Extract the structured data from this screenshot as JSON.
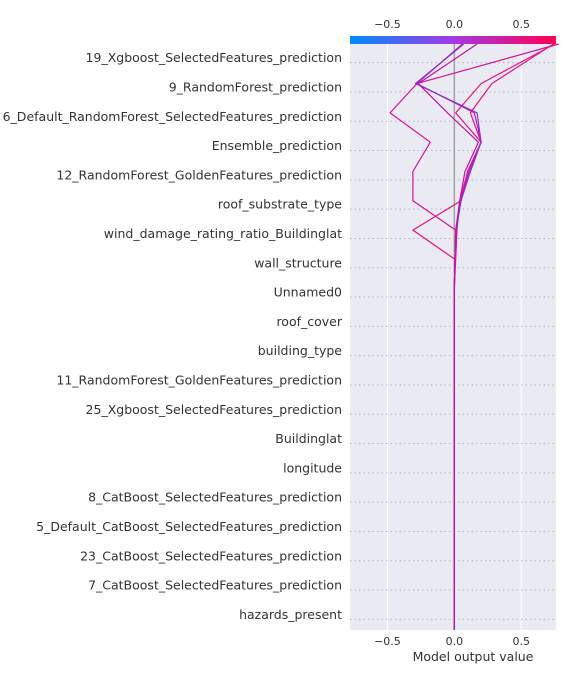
{
  "chart_data": {
    "type": "line",
    "subtype": "shap-decision-plot",
    "xlabel": "Model output value",
    "xticks": [
      -0.5,
      0.0,
      0.5
    ],
    "xtick_labels": [
      "−0.5",
      "0.0",
      "0.5"
    ],
    "xlim": [
      -0.78,
      0.76
    ],
    "base_value": 0.0,
    "grid": true,
    "colorbar": {
      "position": "top",
      "colors": [
        "#008bfb",
        "#a23ae5",
        "#ff0052"
      ]
    },
    "background_color": "#eaeaf2",
    "base_line_color": "#a0a0a0",
    "features": [
      "19_Xgboost_SelectedFeatures_prediction",
      "9_RandomForest_prediction",
      "6_Default_RandomForest_SelectedFeatures_prediction",
      "Ensemble_prediction",
      "12_RandomForest_GoldenFeatures_prediction",
      "roof_substrate_type",
      "wind_damage_rating_ratio_Buildinglat",
      "wall_structure",
      "Unnamed0",
      "roof_cover",
      "building_type",
      "11_RandomForest_GoldenFeatures_prediction",
      "25_Xgboost_SelectedFeatures_prediction",
      "Buildinglat",
      "longitude",
      "8_CatBoost_SelectedFeatures_prediction",
      "5_Default_CatBoost_SelectedFeatures_prediction",
      "23_CatBoost_SelectedFeatures_prediction",
      "7_CatBoost_SelectedFeatures_prediction",
      "hazards_present"
    ],
    "series_note": "Each path lists model output values from the bottom feature (hazards_present) to the top feature (19_Xgboost_SelectedFeatures_prediction), ending at the final prediction.",
    "series": [
      {
        "color": "#d6119a",
        "values": [
          0.0,
          0.0,
          0.0,
          0.0,
          0.0,
          0.0,
          0.0,
          0.0,
          0.0,
          0.0,
          0.0,
          0.0,
          0.005,
          0.01,
          -0.31,
          -0.31,
          -0.18,
          -0.48,
          -0.28,
          0.78
        ]
      },
      {
        "color": "#e9107a",
        "values": [
          0.0,
          0.0,
          0.0,
          0.0,
          0.0,
          0.0,
          0.0,
          0.0,
          0.0,
          0.0,
          0.0,
          0.0,
          0.005,
          -0.31,
          0.05,
          0.1,
          0.2,
          0.01,
          0.2,
          0.75
        ]
      },
      {
        "color": "#e3138a",
        "values": [
          0.0,
          0.0,
          0.0,
          0.0,
          0.0,
          0.0,
          0.0,
          0.0,
          0.0,
          0.0,
          0.0,
          0.0,
          0.01,
          0.02,
          0.04,
          0.1,
          0.2,
          0.12,
          0.28,
          0.74
        ]
      },
      {
        "color": "#b41cc0",
        "values": [
          0.0,
          0.0,
          0.0,
          0.0,
          0.0,
          0.0,
          0.0,
          0.0,
          0.0,
          0.0,
          0.0,
          0.0,
          0.005,
          0.01,
          0.05,
          0.11,
          0.2,
          0.15,
          -0.28,
          0.06
        ]
      },
      {
        "color": "#8f2fd0",
        "values": [
          0.0,
          0.0,
          0.0,
          0.0,
          0.0,
          0.0,
          0.0,
          0.0,
          0.0,
          0.0,
          0.0,
          0.0,
          0.005,
          0.015,
          0.05,
          0.12,
          0.2,
          0.17,
          -0.29,
          0.07
        ]
      },
      {
        "color": "#c4139f",
        "values": [
          0.0,
          0.0,
          0.0,
          0.0,
          0.0,
          0.0,
          0.0,
          0.0,
          0.0,
          0.0,
          0.0,
          0.0,
          0.005,
          0.01,
          0.04,
          0.08,
          0.18,
          -0.05,
          -0.27,
          0.17
        ]
      }
    ]
  }
}
